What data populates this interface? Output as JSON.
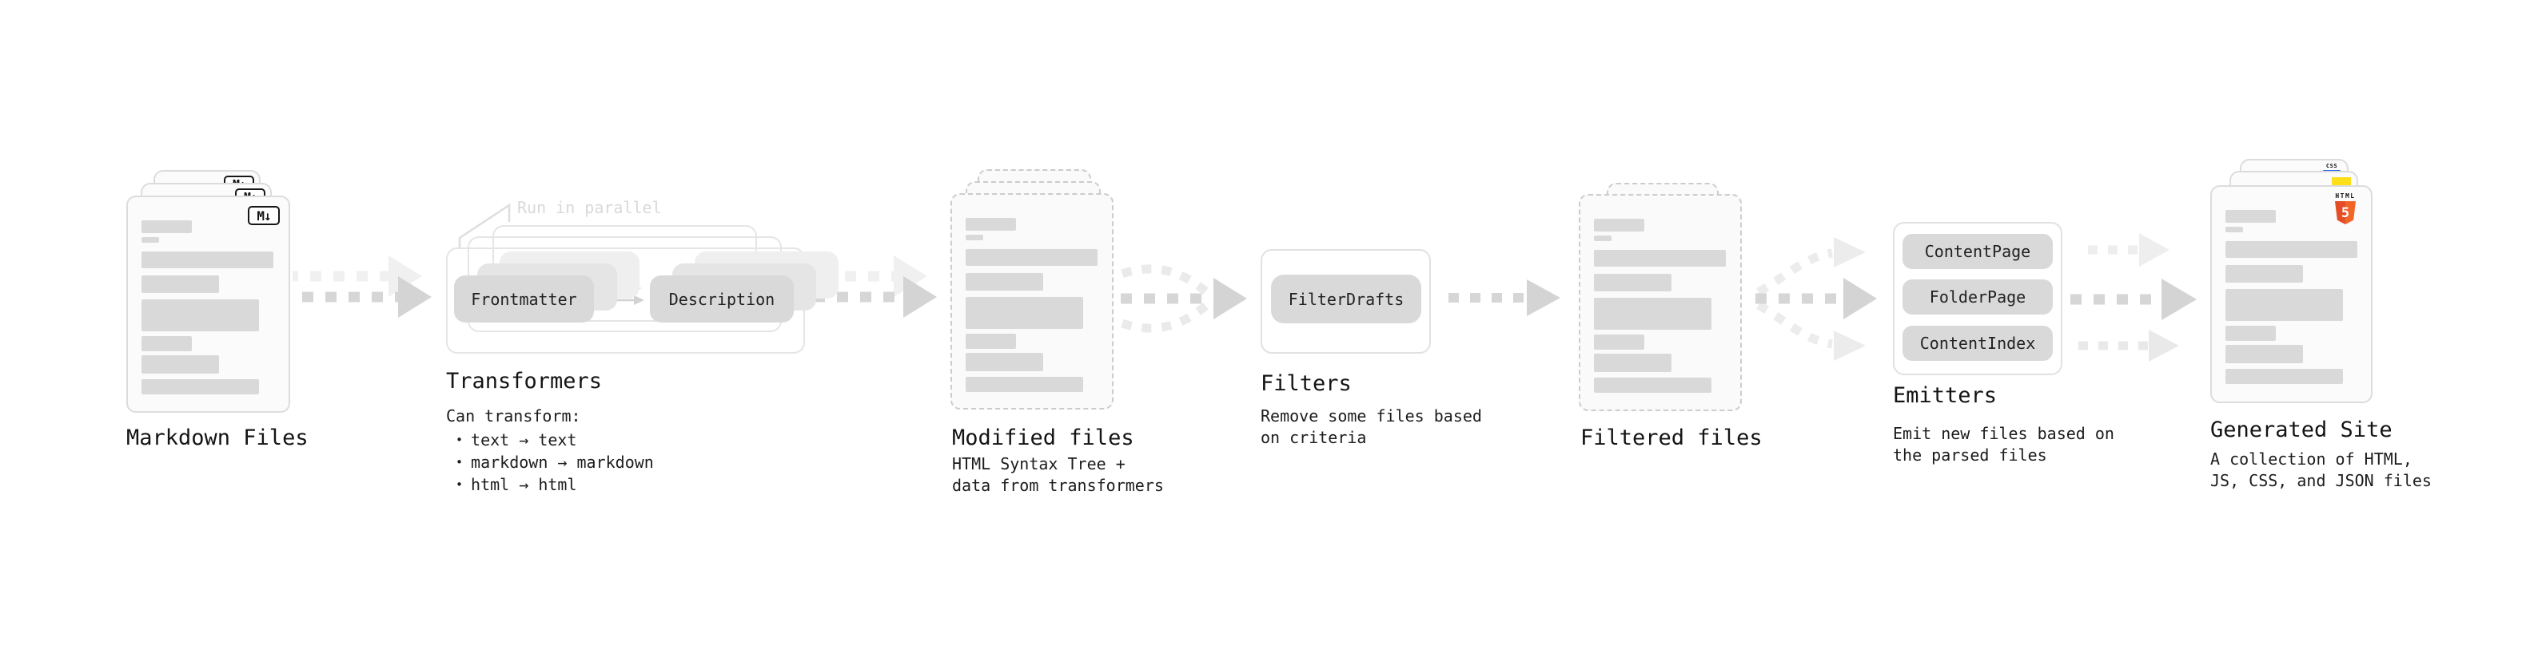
{
  "colors": {
    "accent_orange": "#e44d26",
    "accent_yellow": "#ffdf1a",
    "accent_blue": "#2b66e8",
    "arrow_gray": "#d4d4d4",
    "arrow_light": "#ededed"
  },
  "diagram": {
    "markdown_files": {
      "label": "Markdown Files",
      "badge": "M↓"
    },
    "transformers": {
      "callout": "Run in parallel",
      "pill_left": "Frontmatter",
      "pill_right": "Description",
      "title": "Transformers",
      "subtitle": "Can transform:",
      "bullets": [
        "text → text",
        "markdown → markdown",
        "html → html"
      ]
    },
    "modified_files": {
      "label": "Modified files",
      "description": "HTML Syntax Tree +\ndata from transformers"
    },
    "filters": {
      "title": "Filters",
      "pill": "FilterDrafts",
      "description": "Remove some files based\non criteria"
    },
    "filtered_files": {
      "label": "Filtered files"
    },
    "emitters": {
      "title": "Emitters",
      "pills": [
        "ContentPage",
        "FolderPage",
        "ContentIndex"
      ],
      "description": "Emit new files based on\nthe parsed files"
    },
    "generated_site": {
      "label": "Generated Site",
      "description": "A collection of HTML,\nJS, CSS, and JSON files",
      "css_badge": "CSS",
      "html_badge_title": "HTML",
      "html_badge_number": "5"
    }
  }
}
